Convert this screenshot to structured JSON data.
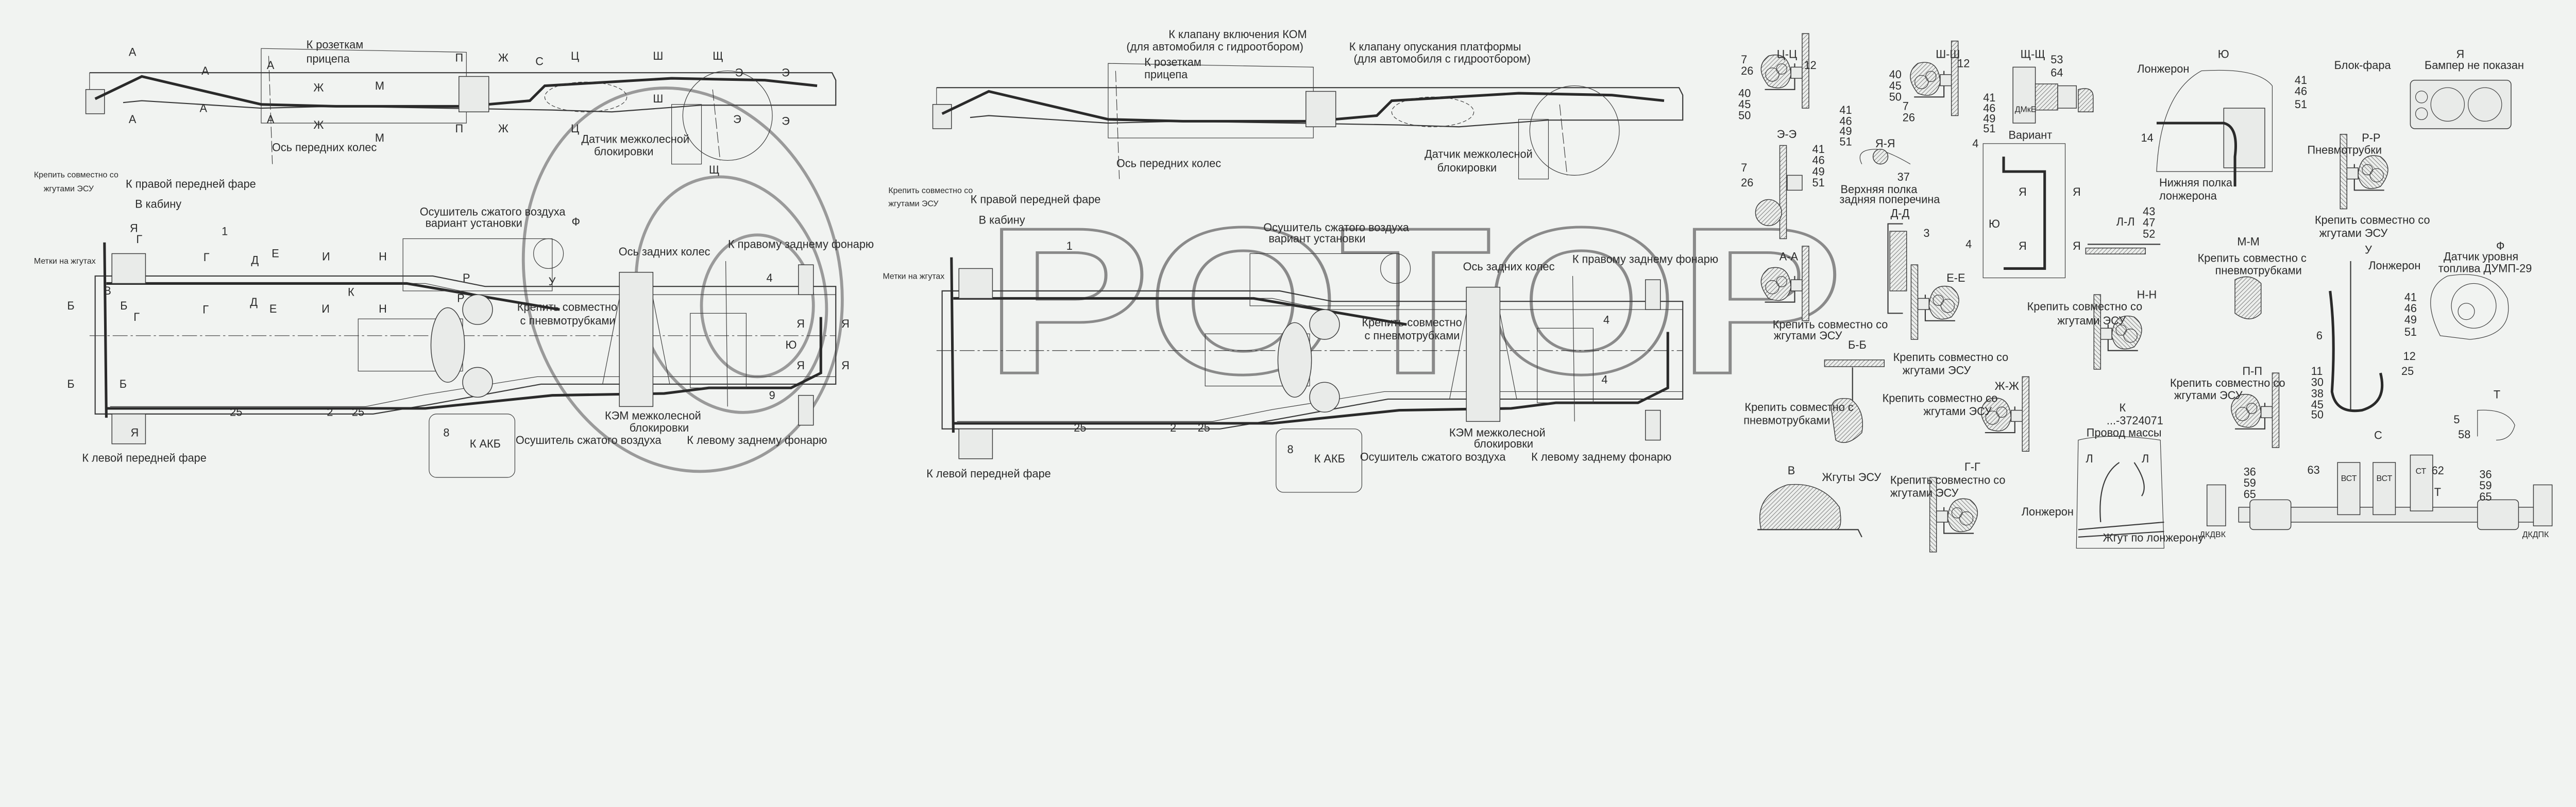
{
  "watermark": "РОТОР",
  "colors": {
    "background": "#f1f3f1",
    "line": "#3a3a3a"
  },
  "view1": {
    "top": {
      "sockets": [
        "К розеткам",
        "прицепа"
      ],
      "front_axle": "Ось передних колес",
      "sensor": [
        "Датчик межколесной",
        "блокировки"
      ],
      "sections": [
        "А",
        "А",
        "А",
        "А",
        "А",
        "А",
        "Ж",
        "Ж",
        "М",
        "М",
        "П",
        "П",
        "Ж",
        "Ж",
        "С",
        "Ц",
        "Ц",
        "Ш",
        "Ш",
        "Щ",
        "Щ",
        "Э",
        "Э",
        "Э",
        "Э"
      ]
    },
    "bottom": {
      "fasten_esu": [
        "Крепить совместно со",
        "жгутами ЭСУ"
      ],
      "right_headlamp": "К правой передней фаре",
      "to_cab": "В кабину",
      "marks": "Метки на жгутах",
      "dryer_variant": [
        "Осушитель сжатого воздуха",
        "вариант установки"
      ],
      "rear_axle": "Ось задних колес",
      "right_rear_lamp": "К правому заднему фонарю",
      "fasten_pneumo": [
        "Крепить совместно",
        "с пневмотрубками"
      ],
      "kem": [
        "КЭМ межколесной",
        "блокировки"
      ],
      "battery": "К  АКБ",
      "dryer": "Осушитель сжатого воздуха",
      "left_rear_lamp": "К левому заднему фонарю",
      "left_headlamp": "К левой передней фаре",
      "numbers": [
        "1",
        "25",
        "2",
        "25",
        "8",
        "9",
        "4"
      ],
      "sections": [
        "Я",
        "Г",
        "Г",
        "Д",
        "Е",
        "И",
        "Н",
        "Р",
        "Ф",
        "У",
        "В",
        "Б",
        "Б",
        "Г",
        "Г",
        "Д",
        "Е",
        "К",
        "И",
        "Н",
        "Р",
        "Б",
        "Б",
        "Я",
        "Я",
        "Я",
        "Я",
        "Ю",
        "Я"
      ]
    }
  },
  "view2": {
    "top": {
      "kom_valve": [
        "К клапану включения КОМ",
        "(для автомобиля с гидроотбором)"
      ],
      "platform_valve": [
        "К клапану опускания платформы",
        "(для автомобиля с гидроотбором)"
      ],
      "sockets": [
        "К розеткам",
        "прицепа"
      ],
      "front_axle": "Ось передних колес",
      "sensor": [
        "Датчик межколесной",
        "блокировки"
      ]
    },
    "bottom": {
      "fasten_esu": [
        "Крепить совместно со",
        "жгутами ЭСУ"
      ],
      "right_headlamp": "К правой передней фаре",
      "to_cab": "В кабину",
      "marks": "Метки на жгутах",
      "dryer_variant": [
        "Осушитель сжатого воздуха",
        "вариант установки"
      ],
      "rear_axle": "Ось задних колес",
      "right_rear_lamp": "К правому заднему фонарю",
      "fasten_pneumo": [
        "Крепить совместно",
        "с пневмотрубками"
      ],
      "kem": [
        "КЭМ межколесной",
        "блокировки"
      ],
      "battery": "К  АКБ",
      "dryer": "Осушитель сжатого воздуха",
      "left_rear_lamp": "К левому заднему фонарю",
      "left_headlamp": "К левой передней фаре",
      "numbers": [
        "1",
        "25",
        "2",
        "25",
        "8",
        "4",
        "4"
      ]
    }
  },
  "details": {
    "cc": {
      "title": "Ц-Ц",
      "a": [
        "7",
        "26"
      ],
      "b": "12",
      "c": [
        "40",
        "45",
        "50"
      ],
      "d": [
        "41",
        "46",
        "49",
        "51"
      ]
    },
    "shsh": {
      "title": "Ш-Ш",
      "a": [
        "40",
        "45",
        "50"
      ],
      "b": "12",
      "c": [
        "7",
        "26"
      ],
      "d": [
        "41",
        "46",
        "49",
        "51"
      ]
    },
    "shch": {
      "title": "Щ-Щ",
      "a": [
        "53",
        "64"
      ],
      "label": "ДМкЕ"
    },
    "ee": {
      "title": "Э-Э",
      "a": [
        "41",
        "46",
        "49",
        "51"
      ],
      "b": [
        "7",
        "26"
      ]
    },
    "yaya": {
      "title": "Я-Я",
      "num": "37",
      "text": [
        "Верхняя полка",
        "задняя поперечина"
      ]
    },
    "variant": {
      "title": "Вариант",
      "nums": [
        "4",
        "4"
      ],
      "marks": [
        "Я",
        "Я",
        "Я",
        "Я",
        "Ю"
      ]
    },
    "dd": {
      "title": "Д-Д",
      "num": "3"
    },
    "aa": {
      "title": "А-А",
      "text": [
        "Крепить совместно со",
        "жгутами ЭСУ"
      ]
    },
    "ee2": {
      "title": "Е-Е",
      "text": [
        "Крепить совместно со",
        "жгутами ЭСУ"
      ]
    },
    "bb": {
      "title": "Б-Б",
      "text": [
        "Крепить совместно с",
        "пневмотрубками"
      ]
    },
    "zhzh": {
      "title": "Ж-Ж",
      "text": [
        "Крепить совместно со",
        "жгутами ЭСУ"
      ]
    },
    "v": {
      "title": "В",
      "text": "Жгуты ЭСУ"
    },
    "gg": {
      "title": "Г-Г",
      "text": [
        "Крепить совместно со",
        "жгутами ЭСУ"
      ]
    },
    "ll": {
      "title": "Л-Л",
      "nums": [
        "43",
        "47",
        "52"
      ]
    },
    "nn": {
      "title": "Н-Н",
      "text": [
        "Крепить совместно со",
        "жгутами ЭСУ"
      ]
    },
    "k": {
      "title": "К",
      "part": "...-3724071",
      "ground": "Провод массы",
      "marks": [
        "Л",
        "Л"
      ],
      "rail": "Лонжерон",
      "harness": "Жгут по лонжерону"
    },
    "yu": {
      "title": "Ю",
      "rail": "Лонжерон",
      "nums": [
        "41",
        "46",
        "51"
      ],
      "n14": "14",
      "shelf": [
        "Нижняя полка",
        "лонжерона"
      ]
    },
    "mm": {
      "title": "М-М",
      "text": [
        "Крепить совместно с",
        "пневмотрубками"
      ]
    },
    "pp": {
      "title": "П-П",
      "text": [
        "Крепить совместно со",
        "жгутами ЭСУ"
      ]
    },
    "ya": {
      "title": "Я",
      "headlamp": "Блок-фара",
      "note": "Бампер не показан"
    },
    "rr": {
      "title": "Р-Р",
      "tubes": "Пневмотрубки",
      "text": [
        "Крепить совместно со",
        "жгутами ЭСУ"
      ]
    },
    "u": {
      "title": "У",
      "rail": "Лонжерон",
      "a": [
        "41",
        "46",
        "49",
        "51"
      ],
      "n6": "6",
      "b": [
        "12",
        "25"
      ],
      "c": [
        "11",
        "30",
        "38",
        "45",
        "50"
      ]
    },
    "f": {
      "title": "Ф",
      "text": [
        "Датчик уровня",
        "топлива ДУМП-29"
      ]
    },
    "t": {
      "title": "Т",
      "nums": [
        "5",
        "58"
      ]
    },
    "c": {
      "title": "С",
      "left": [
        "36",
        "59",
        "65"
      ],
      "n63": "63",
      "n62": "62",
      "t": "Т",
      "right": [
        "36",
        "59",
        "65"
      ],
      "caps": [
        "ВСТ",
        "ВСТ",
        "СТ"
      ],
      "ends": [
        "ДКДВК",
        "ДКДПК"
      ]
    }
  }
}
